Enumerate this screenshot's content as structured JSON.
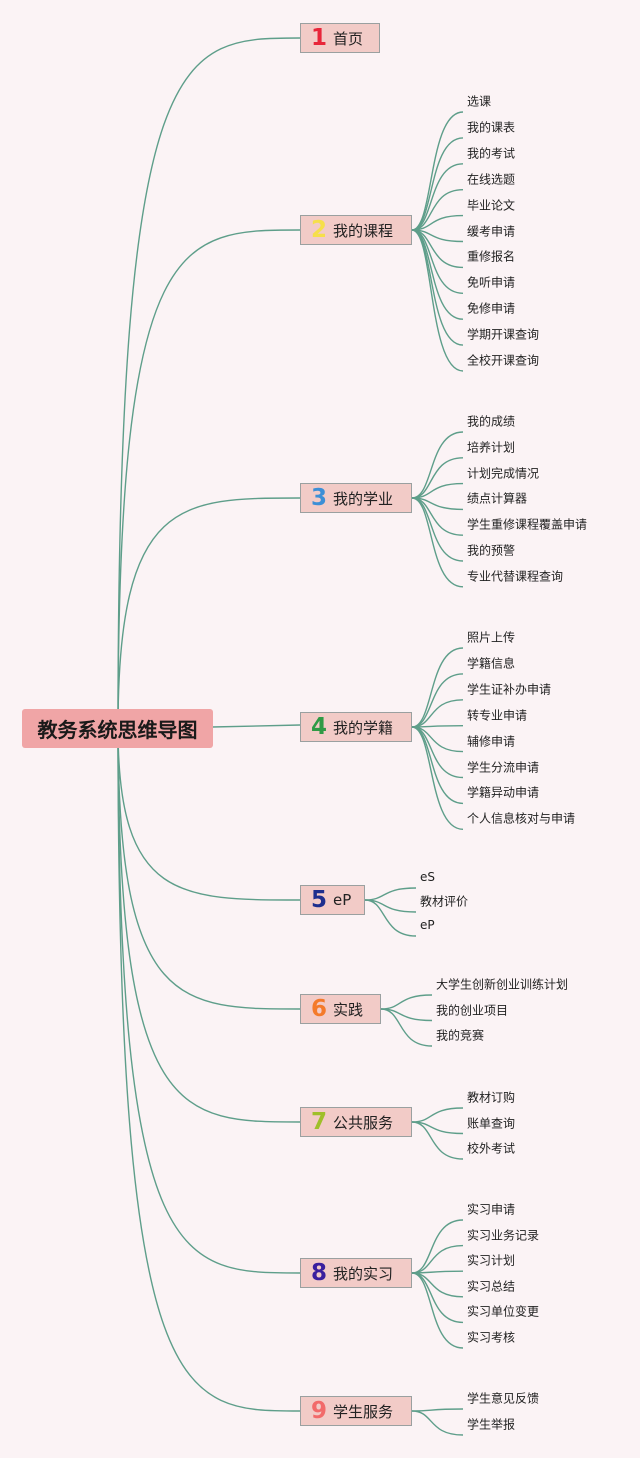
{
  "title": "教务系统思维导图",
  "colors": {
    "line": "#5e9e8a",
    "branch_bg": "#f2cbc7",
    "root_bg": "#f0a5a6"
  },
  "branches": [
    {
      "num": "1",
      "color": "#e8263a",
      "label": "首页",
      "items": []
    },
    {
      "num": "2",
      "color": "#f6df4a",
      "label": "我的课程",
      "items": [
        "选课",
        "我的课表",
        "我的考试",
        "在线选题",
        "毕业论文",
        "缓考申请",
        "重修报名",
        "免听申请",
        "免修申请",
        "学期开课查询",
        "全校开课查询"
      ]
    },
    {
      "num": "3",
      "color": "#3d8fd6",
      "label": "我的学业",
      "items": [
        "我的成绩",
        "培养计划",
        "计划完成情况",
        "绩点计算器",
        "学生重修课程覆盖申请",
        "我的预警",
        "专业代替课程查询"
      ]
    },
    {
      "num": "4",
      "color": "#2f9a45",
      "label": "我的学籍",
      "items": [
        "照片上传",
        "学籍信息",
        "学生证补办申请",
        "转专业申请",
        "辅修申请",
        "学生分流申请",
        "学籍异动申请",
        "个人信息核对与申请"
      ]
    },
    {
      "num": "5",
      "color": "#1e2f8e",
      "label": "eP",
      "items": [
        "eS",
        "教材评价",
        "eP"
      ]
    },
    {
      "num": "6",
      "color": "#f47a2a",
      "label": "实践",
      "items": [
        "大学生创新创业训练计划",
        "我的创业项目",
        "我的竞赛"
      ]
    },
    {
      "num": "7",
      "color": "#9fbf2a",
      "label": "公共服务",
      "items": [
        "教材订购",
        "账单查询",
        "校外考试"
      ]
    },
    {
      "num": "8",
      "color": "#3a1f9e",
      "label": "我的实习",
      "items": [
        "实习申请",
        "实习业务记录",
        "实习计划",
        "实习总结",
        "实习单位变更",
        "实习考核"
      ]
    },
    {
      "num": "9",
      "color": "#f26a6a",
      "label": "学生服务",
      "items": [
        "学生意见反馈",
        "学生举报"
      ]
    }
  ]
}
